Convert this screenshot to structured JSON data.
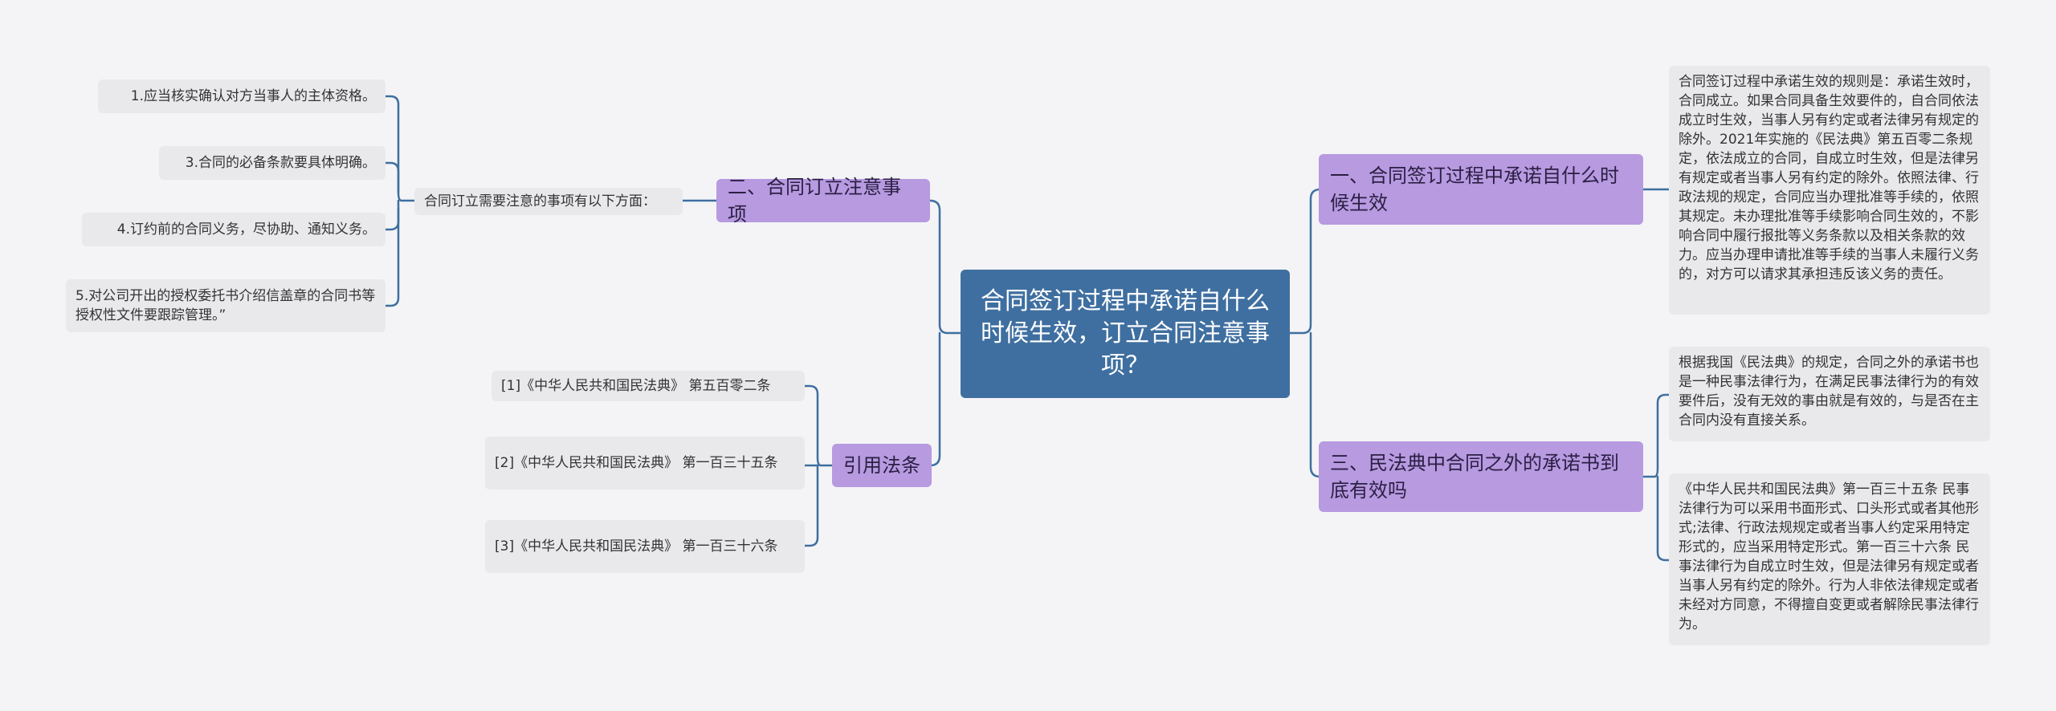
{
  "colors": {
    "root": "#3f6fa0",
    "branch": "#b79ae0",
    "leaf": "#e9e9ec",
    "line": "#3f6fa0",
    "background": "#f4f4f6"
  },
  "root": {
    "text": "合同签订过程中承诺自什么时候生效，订立合同注意事项？"
  },
  "left": {
    "b2": {
      "label": "二、合同订立注意事项",
      "intro": "合同订立需要注意的事项有以下方面：",
      "items": [
        "1.应当核实确认对方当事人的主体资格。",
        "3.合同的必备条款要具体明确。",
        "4.订约前的合同义务，尽协助、通知义务。",
        "5.对公司开出的授权委托书介绍信盖章的合同书等授权性文件要跟踪管理。”"
      ]
    },
    "cite": {
      "label": "引用法条",
      "items": [
        "[1]《中华人民共和国民法典》 第五百零二条",
        "[2]《中华人民共和国民法典》 第一百三十五条",
        "[3]《中华人民共和国民法典》 第一百三十六条"
      ]
    }
  },
  "right": {
    "b1": {
      "label": "一、合同签订过程中承诺自什么时候生效",
      "note": "合同签订过程中承诺生效的规则是：承诺生效时，合同成立。如果合同具备生效要件的，自合同依法成立时生效，当事人另有约定或者法律另有规定的除外。2021年实施的《民法典》第五百零二条规定，依法成立的合同，自成立时生效，但是法律另有规定或者当事人另有约定的除外。依照法律、行政法规的规定，合同应当办理批准等手续的，依照其规定。未办理批准等手续影响合同生效的，不影响合同中履行报批等义务条款以及相关条款的效力。应当办理申请批准等手续的当事人未履行义务的，对方可以请求其承担违反该义务的责任。"
    },
    "b3": {
      "label": "三、民法典中合同之外的承诺书到底有效吗",
      "notes": [
        "根据我国《民法典》的规定，合同之外的承诺书也是一种民事法律行为，在满足民事法律行为的有效要件后，没有无效的事由就是有效的，与是否在主合同内没有直接关系。",
        "《中华人民共和国民法典》第一百三十五条 民事法律行为可以采用书面形式、口头形式或者其他形式;法律、行政法规规定或者当事人约定采用特定形式的，应当采用特定形式。第一百三十六条 民事法律行为自成立时生效，但是法律另有规定或者当事人另有约定的除外。行为人非依法律规定或者未经对方同意，不得擅自变更或者解除民事法律行为。"
      ]
    }
  }
}
